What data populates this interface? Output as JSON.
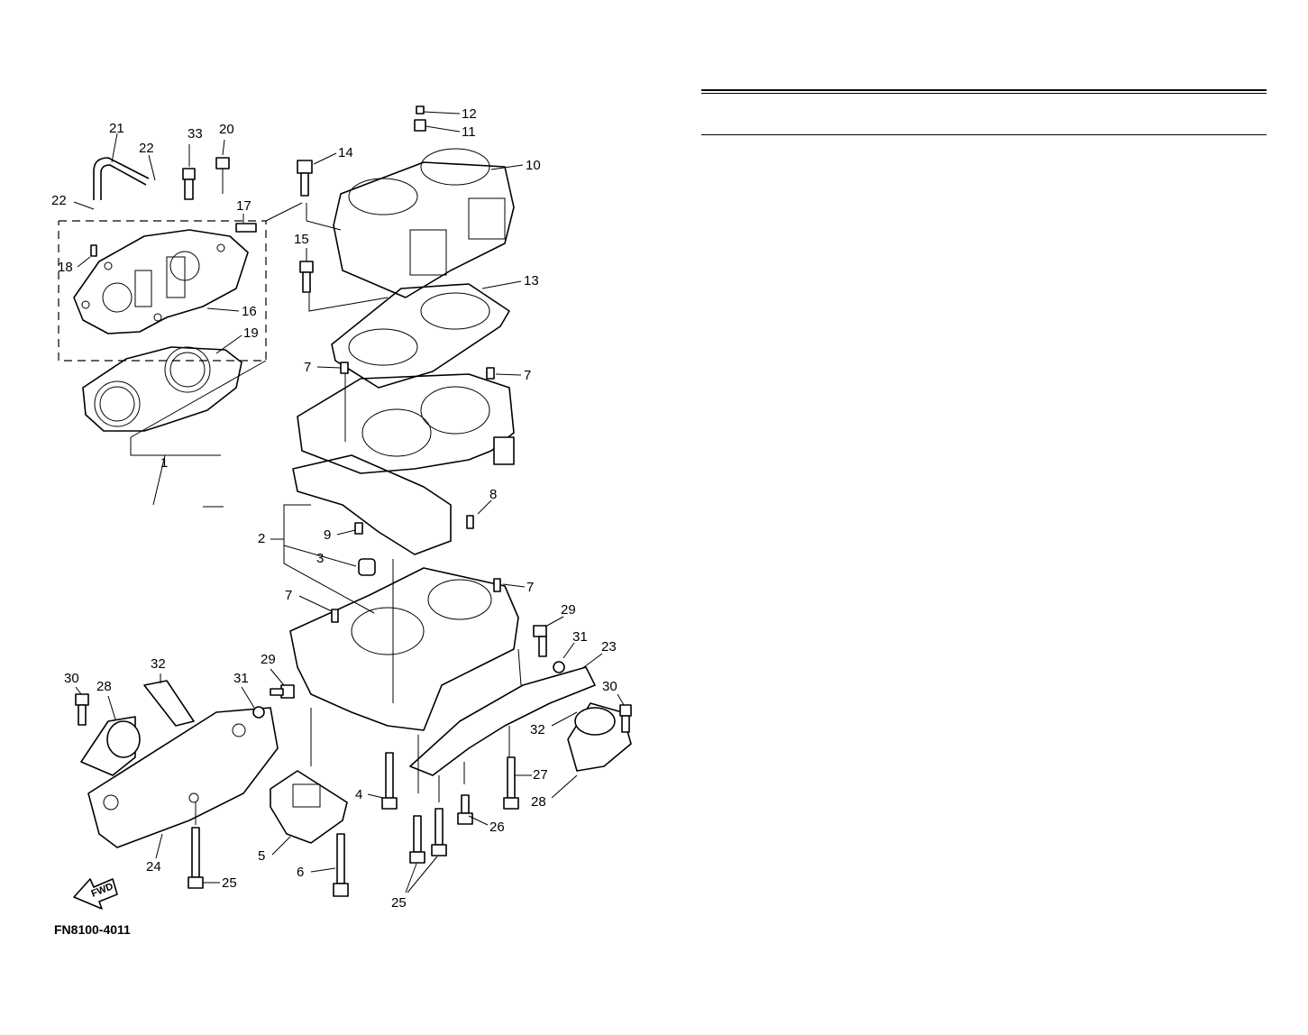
{
  "figure_code": "FN8100-4011",
  "fwd_label": "FWD",
  "callouts": [
    {
      "id": "c1",
      "label": "1"
    },
    {
      "id": "c2",
      "label": "2"
    },
    {
      "id": "c3",
      "label": "3"
    },
    {
      "id": "c4",
      "label": "4"
    },
    {
      "id": "c5",
      "label": "5"
    },
    {
      "id": "c6",
      "label": "6"
    },
    {
      "id": "c7a",
      "label": "7"
    },
    {
      "id": "c7b",
      "label": "7"
    },
    {
      "id": "c7c",
      "label": "7"
    },
    {
      "id": "c7d",
      "label": "7"
    },
    {
      "id": "c8",
      "label": "8"
    },
    {
      "id": "c9",
      "label": "9"
    },
    {
      "id": "c10",
      "label": "10"
    },
    {
      "id": "c11",
      "label": "11"
    },
    {
      "id": "c12",
      "label": "12"
    },
    {
      "id": "c13",
      "label": "13"
    },
    {
      "id": "c14",
      "label": "14"
    },
    {
      "id": "c15",
      "label": "15"
    },
    {
      "id": "c16",
      "label": "16"
    },
    {
      "id": "c17",
      "label": "17"
    },
    {
      "id": "c18",
      "label": "18"
    },
    {
      "id": "c19",
      "label": "19"
    },
    {
      "id": "c20",
      "label": "20"
    },
    {
      "id": "c21",
      "label": "21"
    },
    {
      "id": "c22a",
      "label": "22"
    },
    {
      "id": "c22b",
      "label": "22"
    },
    {
      "id": "c23",
      "label": "23"
    },
    {
      "id": "c24",
      "label": "24"
    },
    {
      "id": "c25a",
      "label": "25"
    },
    {
      "id": "c25b",
      "label": "25"
    },
    {
      "id": "c26",
      "label": "26"
    },
    {
      "id": "c27",
      "label": "27"
    },
    {
      "id": "c28a",
      "label": "28"
    },
    {
      "id": "c28b",
      "label": "28"
    },
    {
      "id": "c29a",
      "label": "29"
    },
    {
      "id": "c29b",
      "label": "29"
    },
    {
      "id": "c30a",
      "label": "30"
    },
    {
      "id": "c30b",
      "label": "30"
    },
    {
      "id": "c31a",
      "label": "31"
    },
    {
      "id": "c31b",
      "label": "31"
    },
    {
      "id": "c32a",
      "label": "32"
    },
    {
      "id": "c32b",
      "label": "32"
    },
    {
      "id": "c33",
      "label": "33"
    }
  ]
}
